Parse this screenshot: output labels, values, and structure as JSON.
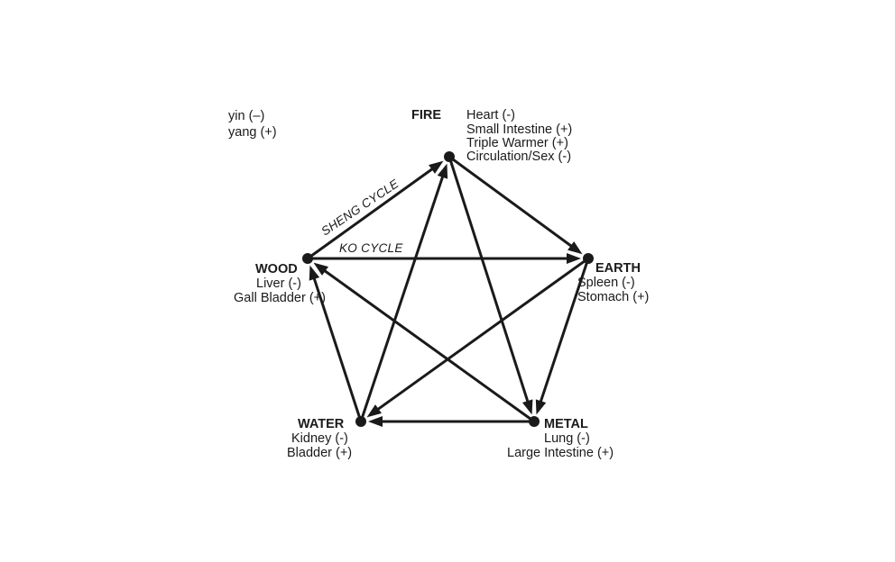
{
  "legend": {
    "yin": "yin (–)",
    "yang": "yang (+)"
  },
  "nodes": {
    "fire": {
      "name": "FIRE",
      "organs": [
        "Heart (-)",
        "Small Intestine (+)",
        "Triple Warmer (+)",
        "Circulation/Sex (-)"
      ]
    },
    "earth": {
      "name": "EARTH",
      "organs": [
        "Spleen (-)",
        "Stomach (+)"
      ]
    },
    "metal": {
      "name": "METAL",
      "organs": [
        "Lung (-)",
        "Large Intestine (+)"
      ]
    },
    "water": {
      "name": "WATER",
      "organs": [
        "Kidney (-)",
        "Bladder (+)"
      ]
    },
    "wood": {
      "name": "WOOD",
      "organs": [
        "Liver (-)",
        "Gall Bladder (+)"
      ]
    }
  },
  "cycles": {
    "sheng": "SHENG CYCLE",
    "ko": "KO CYCLE"
  },
  "edges": [
    {
      "from": "wood",
      "to": "fire",
      "cycle": "sheng"
    },
    {
      "from": "fire",
      "to": "earth",
      "cycle": "sheng"
    },
    {
      "from": "earth",
      "to": "metal",
      "cycle": "sheng"
    },
    {
      "from": "metal",
      "to": "water",
      "cycle": "sheng"
    },
    {
      "from": "water",
      "to": "wood",
      "cycle": "sheng"
    },
    {
      "from": "wood",
      "to": "earth",
      "cycle": "ko"
    },
    {
      "from": "fire",
      "to": "metal",
      "cycle": "ko"
    },
    {
      "from": "earth",
      "to": "water",
      "cycle": "ko"
    },
    {
      "from": "metal",
      "to": "wood",
      "cycle": "ko"
    },
    {
      "from": "water",
      "to": "fire",
      "cycle": "ko"
    }
  ],
  "colors": {
    "ink": "#1a1a1a",
    "background": "#ffffff"
  }
}
